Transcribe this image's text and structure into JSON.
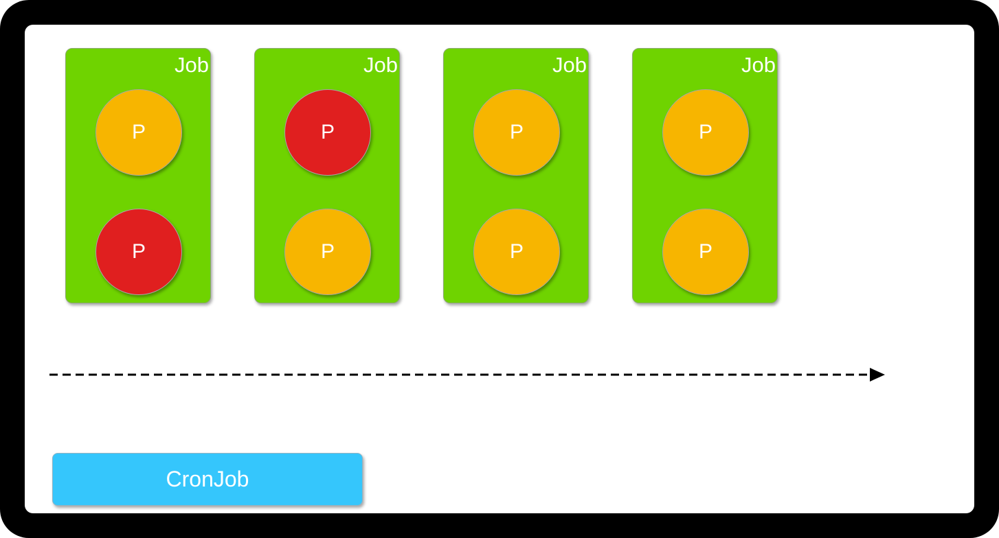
{
  "colors": {
    "job_fill": "#6fd300",
    "pod_running": "#f7b500",
    "pod_failed": "#e01f1f",
    "cronjob_fill": "#35c6fc",
    "frame": "#000000"
  },
  "jobs": [
    {
      "label": "Job",
      "pods": [
        {
          "label": "P",
          "status": "running"
        },
        {
          "label": "P",
          "status": "failed"
        }
      ]
    },
    {
      "label": "Job",
      "pods": [
        {
          "label": "P",
          "status": "failed"
        },
        {
          "label": "P",
          "status": "running"
        }
      ]
    },
    {
      "label": "Job",
      "pods": [
        {
          "label": "P",
          "status": "running"
        },
        {
          "label": "P",
          "status": "running"
        }
      ]
    },
    {
      "label": "Job",
      "pods": [
        {
          "label": "P",
          "status": "running"
        },
        {
          "label": "P",
          "status": "running"
        }
      ]
    }
  ],
  "timeline": {
    "style": "dashed",
    "direction": "right",
    "icon": "arrow-right-icon"
  },
  "cronjob": {
    "label": "CronJob"
  }
}
